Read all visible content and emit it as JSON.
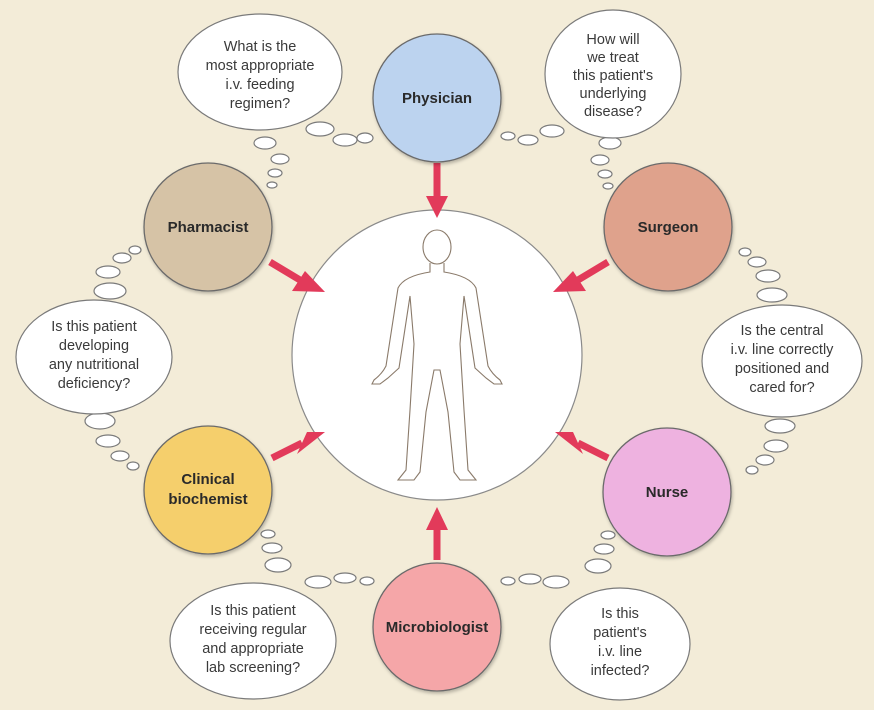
{
  "roles": {
    "physician": {
      "label": "Physician",
      "color": "#bcd3ef"
    },
    "surgeon": {
      "label": "Surgeon",
      "color": "#dfa28c"
    },
    "pharmacist": {
      "label": "Pharmacist",
      "color": "#d6c3a6"
    },
    "biochemist": {
      "line1": "Clinical",
      "line2": "biochemist",
      "color": "#f5cf6c"
    },
    "nurse": {
      "label": "Nurse",
      "color": "#eeb2e0"
    },
    "microbiologist": {
      "label": "Microbiologist",
      "color": "#f5a6a8"
    }
  },
  "questions": {
    "physician": [
      "What is the",
      "most appropriate",
      "i.v. feeding",
      "regimen?"
    ],
    "physician2": [
      "How will",
      "we treat",
      "this patient's",
      "underlying",
      "disease?"
    ],
    "pharmacist": [
      "Is this patient",
      "developing",
      "any nutritional",
      "deficiency?"
    ],
    "surgeon": [
      "Is the central",
      "i.v. line correctly",
      "positioned and",
      "cared for?"
    ],
    "biochemist": [
      "Is this patient",
      "receiving regular",
      "and appropriate",
      "lab screening?"
    ],
    "microbiologist": [
      "Is this",
      "patient's",
      "i.v. line",
      "infected?"
    ]
  },
  "colors": {
    "arrow": "#e23a5a",
    "background": "#f3ecd8"
  },
  "center": {
    "icon": "human-body-icon"
  }
}
